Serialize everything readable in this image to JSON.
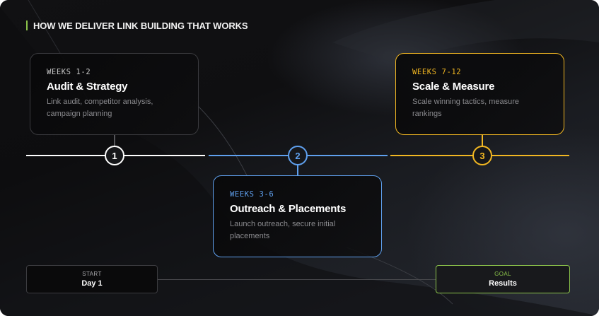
{
  "header": {
    "title": "HOW WE DELIVER LINK BUILDING THAT WORKS",
    "accent_color": "#8bc34a"
  },
  "phases": [
    {
      "step": "1",
      "weeks": "WEEKS 1-2",
      "title": "Audit & Strategy",
      "description": "Link audit, competitor analysis, campaign planning",
      "color": "#ffffff"
    },
    {
      "step": "2",
      "weeks": "WEEKS 3-6",
      "title": "Outreach & Placements",
      "description": "Launch outreach, secure initial placements",
      "color": "#5fa0ee"
    },
    {
      "step": "3",
      "weeks": "WEEKS 7-12",
      "title": "Scale & Measure",
      "description": "Scale winning tactics, measure rankings",
      "color": "#f2b722"
    }
  ],
  "start": {
    "label": "START",
    "value": "Day 1"
  },
  "goal": {
    "label": "GOAL",
    "value": "Results",
    "color": "#8bc34a"
  }
}
